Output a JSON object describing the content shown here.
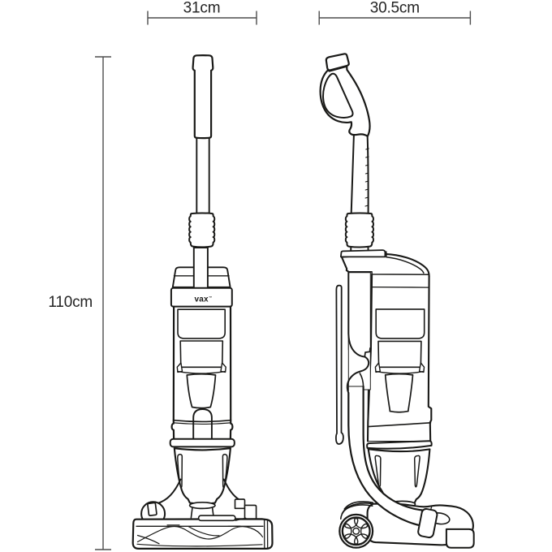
{
  "page": {
    "type": "product dimension diagram",
    "product": "upright vacuum cleaner",
    "background": "#ffffff"
  },
  "branding": {
    "logo_text": "vax",
    "trademark": "™"
  },
  "views": {
    "front": {
      "name": "front view"
    },
    "side": {
      "name": "side view"
    }
  },
  "dimensions": {
    "width": {
      "label": "31cm",
      "orientation": "horizontal",
      "applies_to": "front view"
    },
    "depth": {
      "label": "30.5cm",
      "orientation": "horizontal",
      "applies_to": "side view"
    },
    "height": {
      "label": "110cm",
      "orientation": "vertical",
      "applies_to": "overall height"
    }
  },
  "colors": {
    "outline": "#191917",
    "dimension_line": "#4d4d4d",
    "label_text": "#242424",
    "background": "#ffffff"
  }
}
